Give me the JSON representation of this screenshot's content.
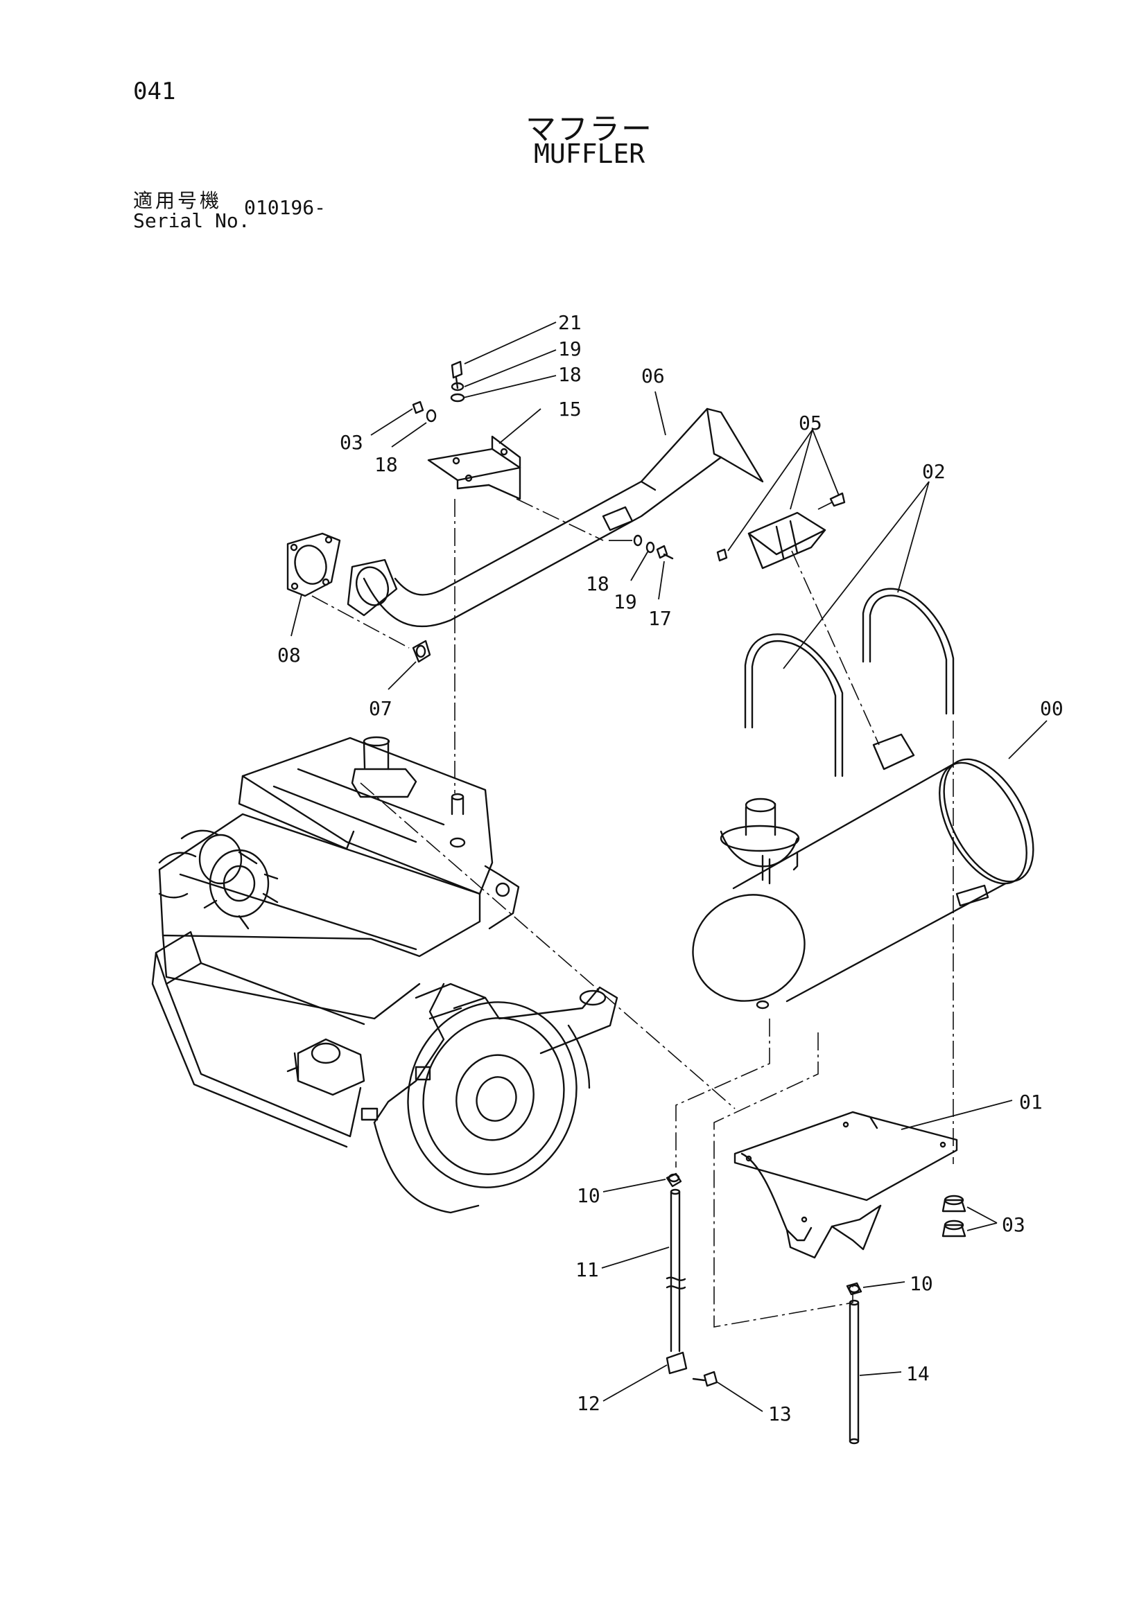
{
  "page": {
    "number": "041",
    "title_ja": "マフラー",
    "title_en": "MUFFLER"
  },
  "serial": {
    "label_ja": "適用号機",
    "label_en": "Serial No.",
    "value": "010196-"
  },
  "callouts": {
    "c00": "00",
    "c01": "01",
    "c02": "02",
    "c03a": "03",
    "c03b": "03",
    "c05": "05",
    "c06": "06",
    "c07": "07",
    "c08": "08",
    "c10a": "10",
    "c10b": "10",
    "c11": "11",
    "c12": "12",
    "c13": "13",
    "c14": "14",
    "c15": "15",
    "c17": "17",
    "c18a": "18",
    "c18b": "18",
    "c18c": "18",
    "c19a": "19",
    "c19b": "19",
    "c21": "21"
  }
}
